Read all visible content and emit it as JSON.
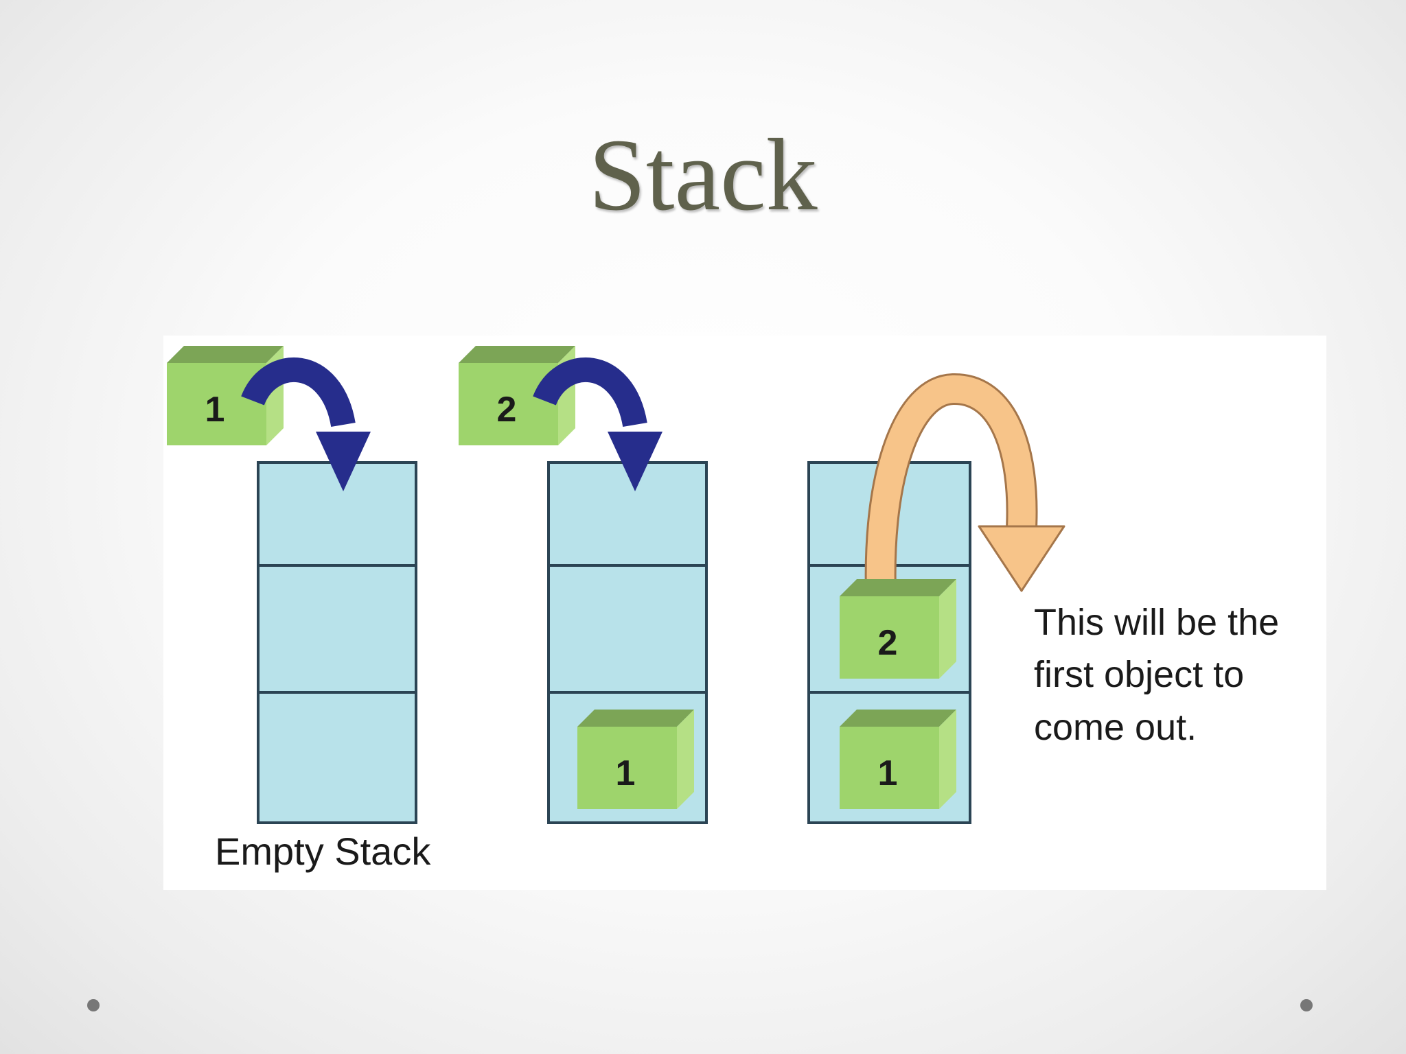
{
  "slide": {
    "title": "Stack"
  },
  "diagram": {
    "caption_empty": "Empty Stack",
    "note_lines": [
      "This will be the",
      "first object to",
      "come out."
    ],
    "box_labels": {
      "incoming_first": "1",
      "incoming_second": "2",
      "second_stack_bottom": "1",
      "third_stack_top": "2",
      "third_stack_bottom": "1"
    },
    "colors": {
      "cell_fill": "#b8e2ea",
      "cell_border": "#2b4454",
      "box_front": "#9ed46c",
      "box_top": "#7ca556",
      "box_side": "#b5e085",
      "push_arrow": "#262d8c",
      "pop_arrow": "#f7c489",
      "pop_arrow_border": "#a5764a"
    }
  }
}
